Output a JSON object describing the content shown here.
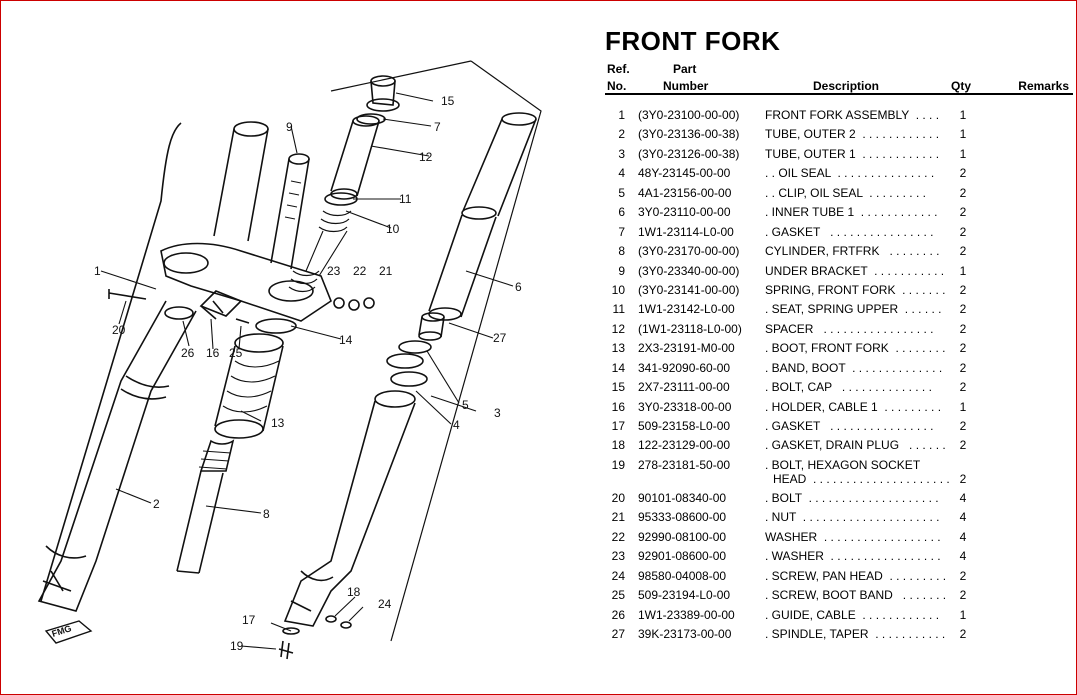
{
  "section": {
    "title": "FRONT FORK"
  },
  "columns": {
    "ref_line1": "Ref.",
    "ref_line2": "No.",
    "part_line1": "Part",
    "part_line2": "Number",
    "description": "Description",
    "qty": "Qty",
    "remarks": "Remarks"
  },
  "parts": [
    {
      "ref": "1",
      "number": "(3Y0-23100-00-00)",
      "description": "FRONT FORK ASSEMBLY  . . . .",
      "qty": "1"
    },
    {
      "ref": "2",
      "number": "(3Y0-23136-00-38)",
      "description": "TUBE, OUTER 2  . . . . . . . . . . . .",
      "qty": "1"
    },
    {
      "ref": "3",
      "number": "(3Y0-23126-00-38)",
      "description": "TUBE, OUTER 1  . . . . . . . . . . . .",
      "qty": "1"
    },
    {
      "ref": "4",
      "number": "48Y-23145-00-00",
      "description": ". . OIL SEAL  . . . . . . . . . . . . . . .",
      "qty": "2"
    },
    {
      "ref": "5",
      "number": "4A1-23156-00-00",
      "description": ". . CLIP, OIL SEAL  . . . . . . . . .",
      "qty": "2"
    },
    {
      "ref": "6",
      "number": "3Y0-23110-00-00",
      "description": ". INNER TUBE 1  . . . . . . . . . . . .",
      "qty": "2"
    },
    {
      "ref": "7",
      "number": "1W1-23114-L0-00",
      "description": ". GASKET   . . . . . . . . . . . . . . . .",
      "qty": "2"
    },
    {
      "ref": "8",
      "number": "(3Y0-23170-00-00)",
      "description": "CYLINDER, FRTFRK   . . . . . . . .",
      "qty": "2"
    },
    {
      "ref": "9",
      "number": "(3Y0-23340-00-00)",
      "description": "UNDER BRACKET  . . . . . . . . . . .",
      "qty": "1"
    },
    {
      "ref": "10",
      "number": "(3Y0-23141-00-00)",
      "description": "SPRING, FRONT FORK  . . . . . . .",
      "qty": "2"
    },
    {
      "ref": "11",
      "number": "1W1-23142-L0-00",
      "description": ". SEAT, SPRING UPPER  . . . . . .",
      "qty": "2"
    },
    {
      "ref": "12",
      "number": "(1W1-23118-L0-00)",
      "description": "SPACER   . . . . . . . . . . . . . . . . .",
      "qty": "2"
    },
    {
      "ref": "13",
      "number": "2X3-23191-M0-00",
      "description": ". BOOT, FRONT FORK  . . . . . . . .",
      "qty": "2"
    },
    {
      "ref": "14",
      "number": "341-92090-60-00",
      "description": ". BAND, BOOT  . . . . . . . . . . . . . .",
      "qty": "2"
    },
    {
      "ref": "15",
      "number": "2X7-23111-00-00",
      "description": ". BOLT, CAP   . . . . . . . . . . . . . .",
      "qty": "2"
    },
    {
      "ref": "16",
      "number": "3Y0-23318-00-00",
      "description": ". HOLDER, CABLE 1  . . . . . . . . .",
      "qty": "1"
    },
    {
      "ref": "17",
      "number": "509-23158-L0-00",
      "description": ". GASKET   . . . . . . . . . . . . . . . .",
      "qty": "2"
    },
    {
      "ref": "18",
      "number": "122-23129-00-00",
      "description": ". GASKET, DRAIN PLUG   . . . . . .",
      "qty": "2"
    },
    {
      "ref": "19",
      "number": "278-23181-50-00",
      "description": ". BOLT, HEXAGON SOCKET",
      "description2": "HEAD  . . . . . . . . . . . . . . . . . . . . .",
      "qty": "2"
    },
    {
      "ref": "20",
      "number": "90101-08340-00",
      "description": ". BOLT  . . . . . . . . . . . . . . . . . . . .",
      "qty": "4"
    },
    {
      "ref": "21",
      "number": "95333-08600-00",
      "description": ". NUT  . . . . . . . . . . . . . . . . . . . . .",
      "qty": "4"
    },
    {
      "ref": "22",
      "number": "92990-08100-00",
      "description": "WASHER  . . . . . . . . . . . . . . . . . .",
      "qty": "4"
    },
    {
      "ref": "23",
      "number": "92901-08600-00",
      "description": ". WASHER  . . . . . . . . . . . . . . . . .",
      "qty": "4"
    },
    {
      "ref": "24",
      "number": "98580-04008-00",
      "description": ". SCREW, PAN HEAD  . . . . . . . . .",
      "qty": "2"
    },
    {
      "ref": "25",
      "number": "509-23194-L0-00",
      "description": ". SCREW, BOOT BAND   . . . . . . .",
      "qty": "2"
    },
    {
      "ref": "26",
      "number": "1W1-23389-00-00",
      "description": ". GUIDE, CABLE  . . . . . . . . . . . .",
      "qty": "1"
    },
    {
      "ref": "27",
      "number": "39K-23173-00-00",
      "description": ". SPINDLE, TAPER  . . . . . . . . . . .",
      "qty": "2"
    }
  ],
  "diagram": {
    "callouts": [
      "1",
      "2",
      "3",
      "4",
      "5",
      "6",
      "7",
      "8",
      "9",
      "10",
      "11",
      "12",
      "13",
      "14",
      "15",
      "16",
      "17",
      "18",
      "19",
      "20",
      "21",
      "22",
      "23",
      "24",
      "25",
      "26",
      "27"
    ],
    "logo_text": "FMG"
  }
}
